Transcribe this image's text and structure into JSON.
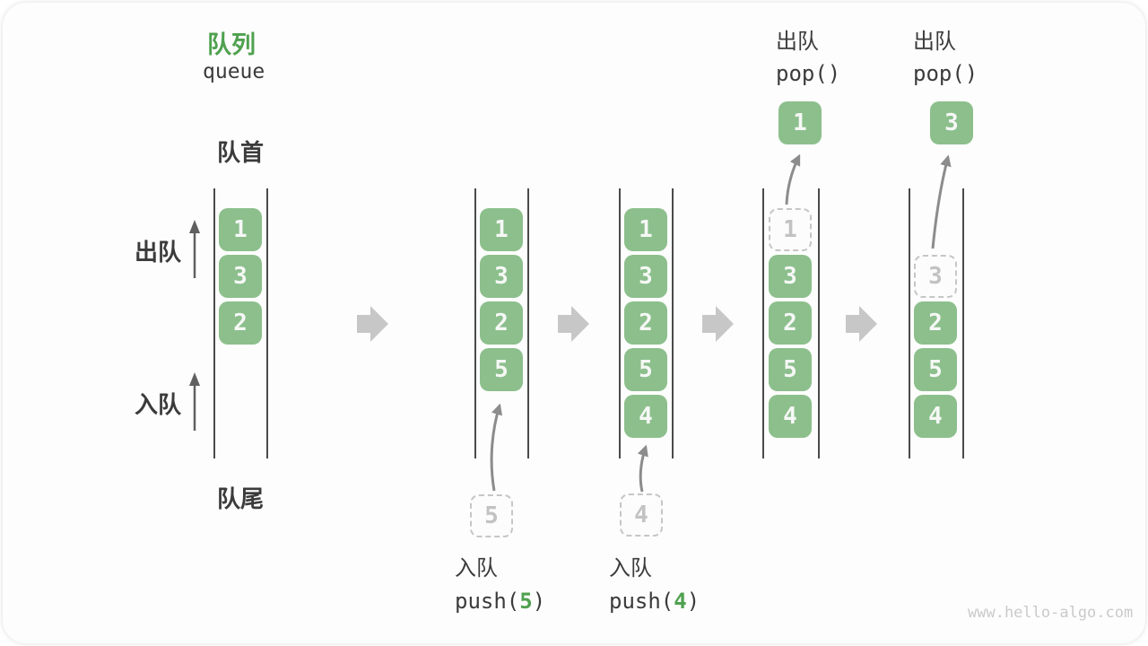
{
  "title": {
    "zh": "队列",
    "en": "queue"
  },
  "side_labels": {
    "front": "队首",
    "dequeue": "出队",
    "enqueue": "入队",
    "rear": "队尾"
  },
  "states": {
    "s1": {
      "items": [
        "1",
        "3",
        "2"
      ]
    },
    "s2": {
      "items": [
        "1",
        "3",
        "2",
        "5"
      ],
      "incoming": "5"
    },
    "s3": {
      "items": [
        "1",
        "3",
        "2",
        "5",
        "4"
      ],
      "incoming": "4"
    },
    "s4": {
      "items": [
        "3",
        "2",
        "5",
        "4"
      ],
      "removed": "1",
      "popped": "1"
    },
    "s5": {
      "items": [
        "2",
        "5",
        "4"
      ],
      "removed": "3",
      "popped": "3"
    }
  },
  "operations": {
    "push5": {
      "action": "入队",
      "fn": "push(",
      "arg": "5",
      "close": ")"
    },
    "push4": {
      "action": "入队",
      "fn": "push(",
      "arg": "4",
      "close": ")"
    },
    "pop1": {
      "action": "出队",
      "code": "pop()"
    },
    "pop2": {
      "action": "出队",
      "code": "pop()"
    }
  },
  "watermark": "www.hello-algo.com",
  "colors": {
    "item_green": "#8CBF8C",
    "accent_green": "#4FA14F",
    "ghost_border_gray": "#C6C6C6",
    "step_arrow_gray": "#C7C7C7",
    "flow_arrow_gray": "#8C8C8C",
    "wall_gray": "#4A4A4A"
  }
}
